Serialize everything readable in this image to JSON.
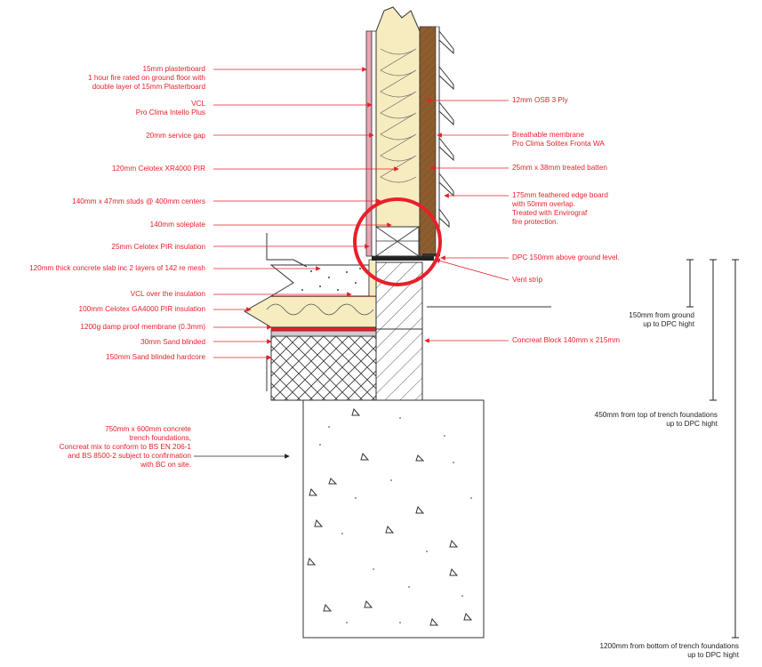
{
  "labels_left": [
    {
      "id": "plasterboard",
      "lines": [
        "15mm plasterboard",
        "1 hour fire rated on ground floor with",
        "double layer of 15mm Plasterboard"
      ]
    },
    {
      "id": "vcl",
      "lines": [
        "VCL",
        "Pro Clima Intello Plus"
      ]
    },
    {
      "id": "service-gap",
      "lines": [
        "20mm service gap"
      ]
    },
    {
      "id": "celotex-xr",
      "lines": [
        "120mm Celotex XR4000 PIR"
      ]
    },
    {
      "id": "studs",
      "lines": [
        "140mm x 47mm studs @ 400mm centers"
      ]
    },
    {
      "id": "soleplate",
      "lines": [
        "140mm soleplate"
      ]
    },
    {
      "id": "celotex-25",
      "lines": [
        "25mm Celotex PIR insulation"
      ]
    },
    {
      "id": "slab",
      "lines": [
        "120mm thick concrete slab inc 2 layers of 142 re mesh"
      ]
    },
    {
      "id": "vcl-insulation",
      "lines": [
        "VCL over the insulation"
      ]
    },
    {
      "id": "celotex-ga",
      "lines": [
        "100mm Celotex GA4000 PIR insulation"
      ]
    },
    {
      "id": "dpm",
      "lines": [
        "1200g damp proof membrane (0.3mm)"
      ]
    },
    {
      "id": "sand",
      "lines": [
        "30mm Sand blinded"
      ]
    },
    {
      "id": "hardcore",
      "lines": [
        "150mm Sand blinded hardcore"
      ]
    },
    {
      "id": "foundation",
      "lines": [
        "750mm x 600mm concrete",
        "trench foundations,",
        "Concreat mix to conform to BS EN 206-1",
        "and BS 8500-2 subject to confirmation",
        "with BC on site."
      ]
    }
  ],
  "labels_right": [
    {
      "id": "osb",
      "lines": [
        "12mm OSB 3 Ply"
      ]
    },
    {
      "id": "breathable",
      "lines": [
        "Breathable membrane",
        "Pro Clima Solitex Fronta WA"
      ]
    },
    {
      "id": "batten",
      "lines": [
        "25mm x 38mm treated batten"
      ]
    },
    {
      "id": "featheredge",
      "lines": [
        "175mm feathered edge board",
        "with 50mm overlap.",
        "Treated with Envirograf",
        "fire protection."
      ]
    },
    {
      "id": "dpc",
      "lines": [
        "DPC 150mm above ground level."
      ]
    },
    {
      "id": "vent",
      "lines": [
        "Vent strip"
      ]
    },
    {
      "id": "block",
      "lines": [
        "Concreat Block 140mm x 215mm"
      ]
    }
  ],
  "dimensions": [
    {
      "id": "dim-150",
      "lines": [
        "150mm from ground",
        "up to DPC hight"
      ]
    },
    {
      "id": "dim-450",
      "lines": [
        "450mm from top of trench foundations",
        "up to DPC hight"
      ]
    },
    {
      "id": "dim-1200",
      "lines": [
        "1200mm from  bottom of trench foundations",
        "up to DPC hight"
      ]
    }
  ],
  "colors": {
    "label": "#e8202a",
    "insulation": "#f6ecbf",
    "timber": "#8b5a2b",
    "highlight": "#e8202a",
    "plaster": "#e9a6b3"
  }
}
